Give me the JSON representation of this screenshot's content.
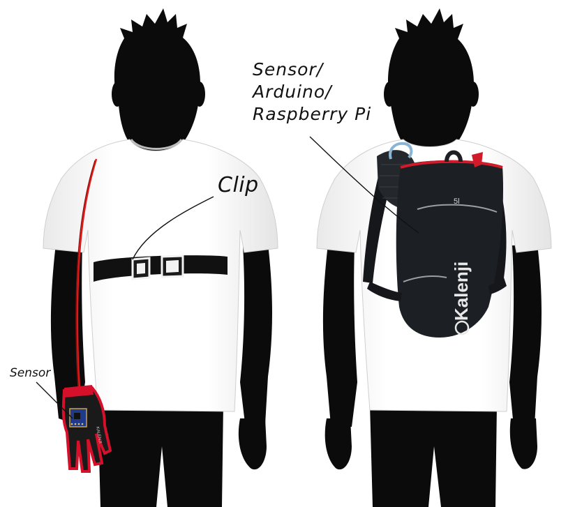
{
  "labels": {
    "clip": "Clip",
    "sensor": "Sensor",
    "backpack_line1": "Sensor/",
    "backpack_line2": "Arduino/",
    "backpack_line3": "Raspberry Pi"
  },
  "backpack_brand": "Kalenji",
  "backpack_model": "5l",
  "glove_brand": "KALENJI",
  "colors": {
    "silhouette": "#0b0b0b",
    "shirt": "#ffffff",
    "cable": "#e01818",
    "backpack": "#1c1f24",
    "backpack_trim": "#d11a2a",
    "glove": "#1a1a1a",
    "glove_trim": "#d4102a",
    "sensor_board": "#1f3a8a"
  }
}
